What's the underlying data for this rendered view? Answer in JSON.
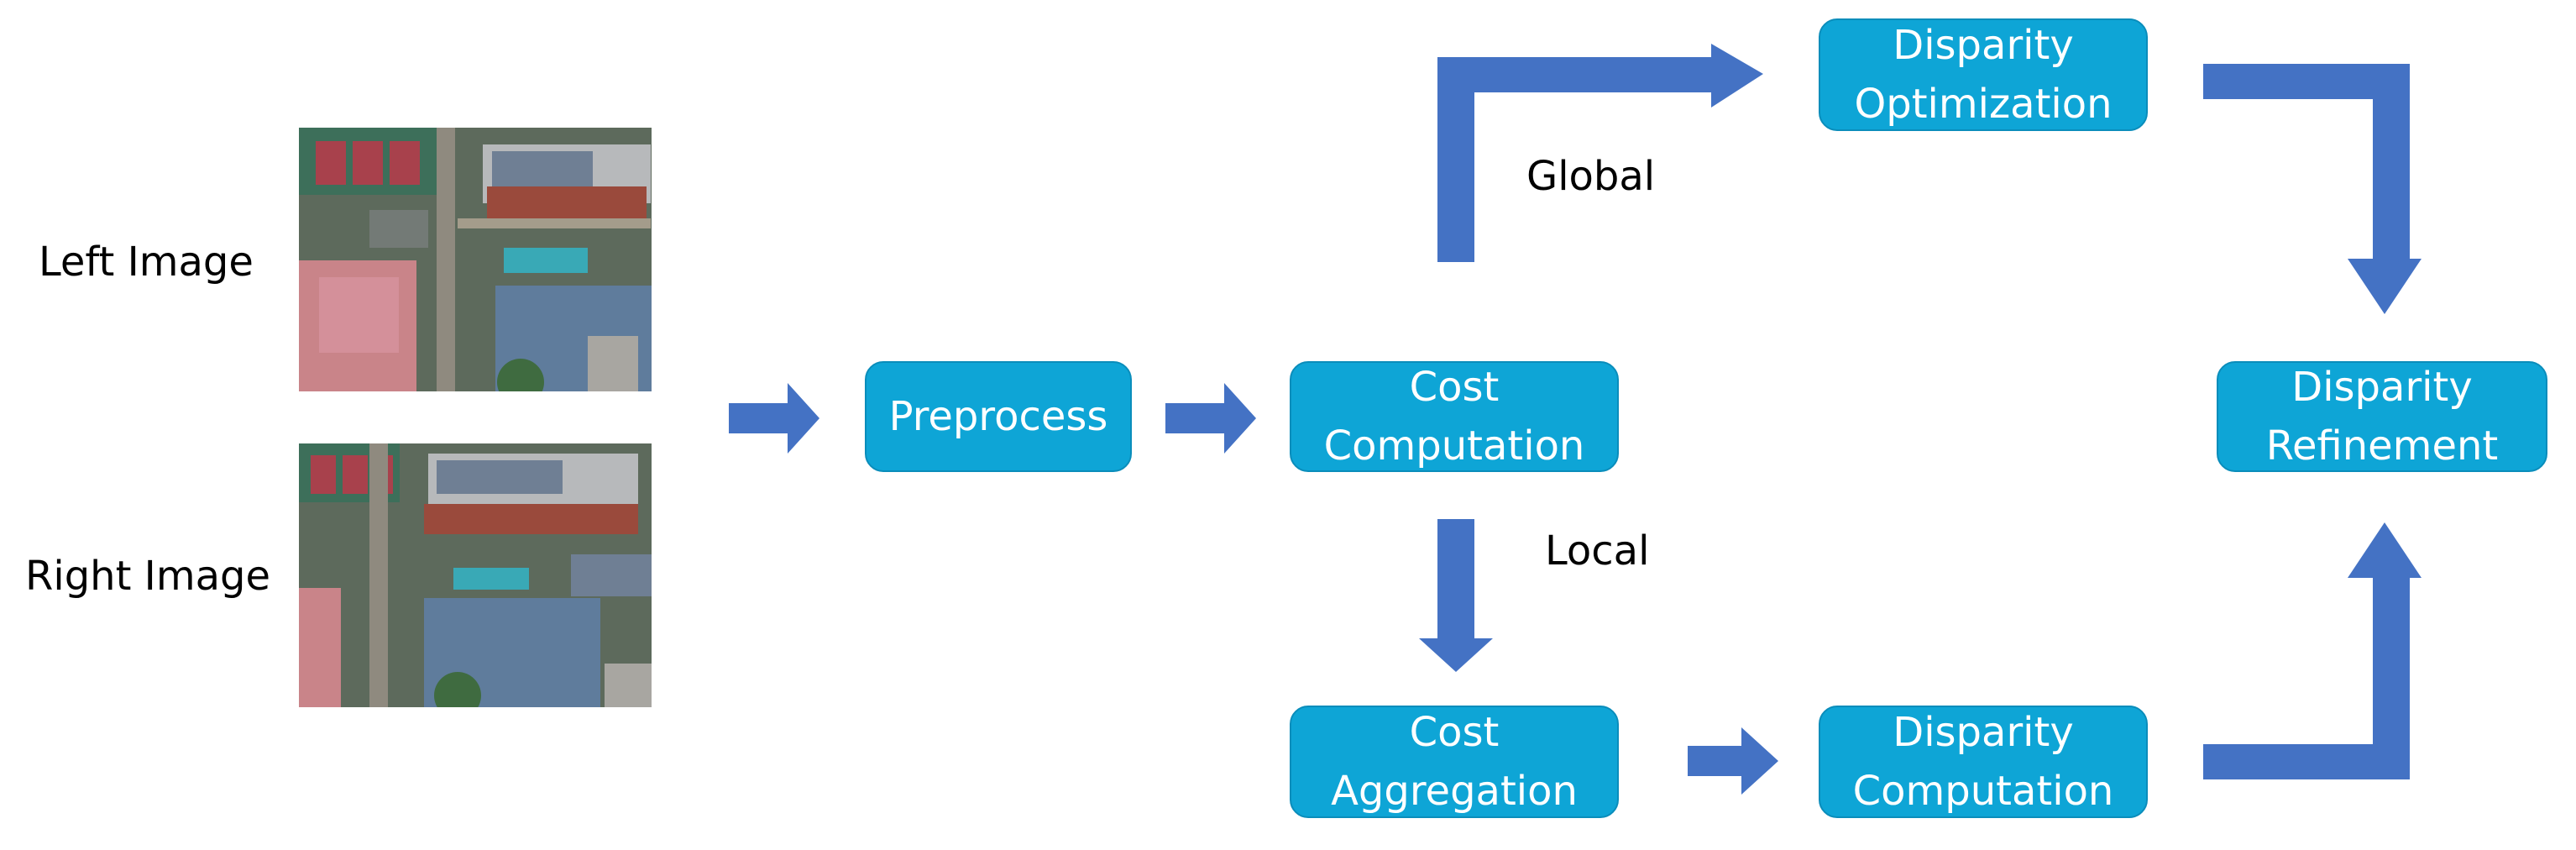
{
  "diagram": {
    "inputs": {
      "left_label": "Left Image",
      "right_label": "Right Image"
    },
    "boxes": {
      "preprocess": [
        "Preprocess"
      ],
      "cost_computation": [
        "Cost",
        "Computation"
      ],
      "disparity_optimization": [
        "Disparity",
        "Optimization"
      ],
      "cost_aggregation": [
        "Cost",
        "Aggregation"
      ],
      "disparity_computation": [
        "Disparity",
        "Computation"
      ],
      "disparity_refinement": [
        "Disparity",
        "Refinement"
      ]
    },
    "branches": {
      "global_label": "Global",
      "local_label": "Local"
    }
  },
  "colors": {
    "box_fill": "#0ea5d6",
    "box_text": "#ffffff",
    "arrow": "#4472c4",
    "label_text": "#000000"
  }
}
